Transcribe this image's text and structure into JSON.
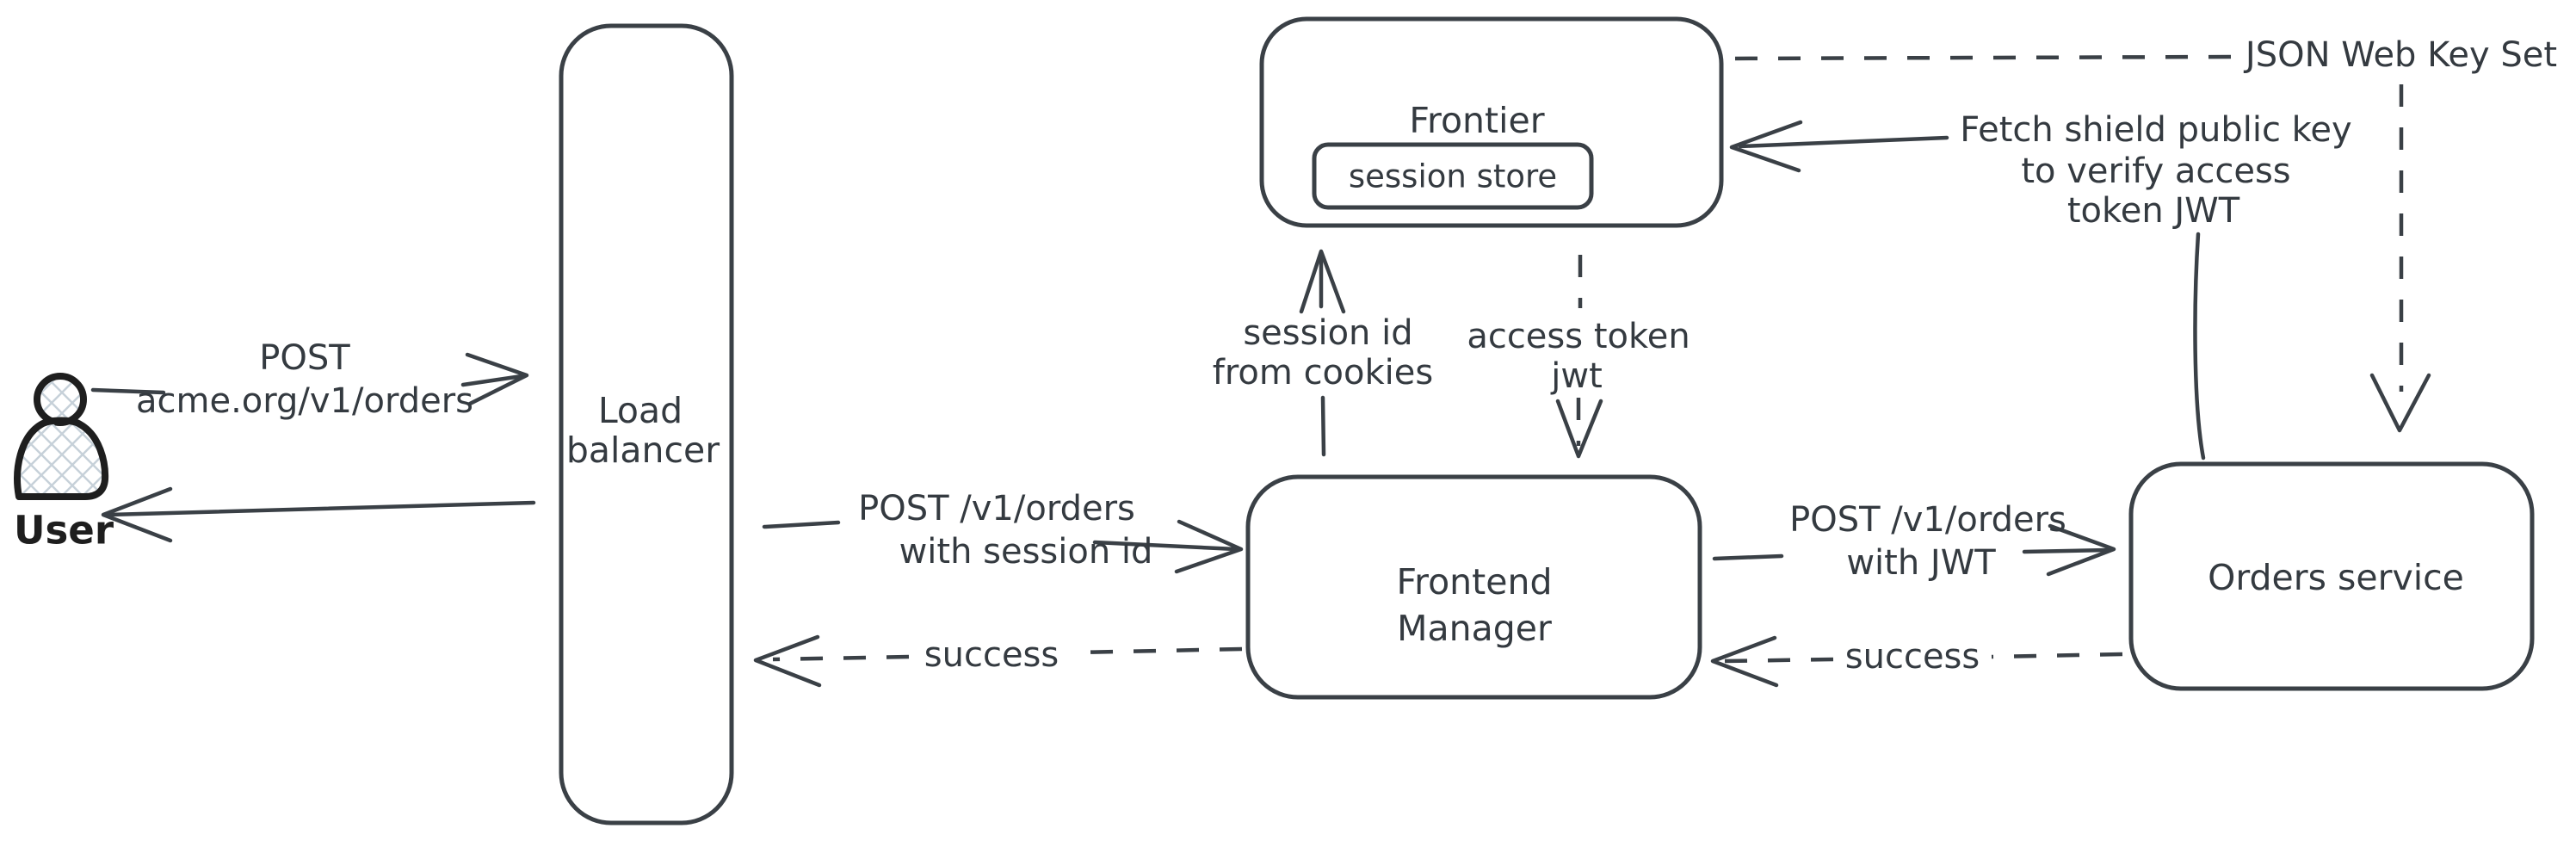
{
  "canvas": {
    "background": "#ffffff",
    "stroke_color": "#3a4046",
    "text_color": "#343a40",
    "user_figure_stroke": "#1e1e1e",
    "user_figure_hatch": "#c7d1d9"
  },
  "nodes": {
    "user": {
      "label": "User"
    },
    "load_balancer": {
      "line1": "Load",
      "line2": "balancer"
    },
    "frontier": {
      "label": "Frontier"
    },
    "session_store": {
      "label": "session store"
    },
    "frontend_manager": {
      "line1": "Frontend",
      "line2": "Manager"
    },
    "orders_service": {
      "label": "Orders service"
    }
  },
  "edges": {
    "user_to_lb": {
      "style": "solid",
      "line1": "POST",
      "line2": "acme.org/v1/orders"
    },
    "lb_to_user": {
      "style": "solid"
    },
    "lb_to_fm": {
      "style": "solid",
      "line1": "POST /v1/orders",
      "line2": "with session id"
    },
    "fm_to_lb": {
      "style": "dashed",
      "label": "success"
    },
    "fm_to_frontier": {
      "style": "solid",
      "line1": "session id",
      "line2": "from cookies"
    },
    "frontier_to_fm": {
      "style": "dashed",
      "line1": "access token",
      "line2": "jwt"
    },
    "fm_to_os": {
      "style": "solid",
      "line1": "POST /v1/orders",
      "line2": "with JWT"
    },
    "os_to_fm": {
      "style": "dashed",
      "label": "success"
    },
    "os_to_frontier": {
      "style": "solid",
      "line1": "Fetch shield public key",
      "line2": "to verify access",
      "line3": "token JWT"
    },
    "jwks_to_frontier": {
      "style": "dashed",
      "label": "JSON Web Key Set"
    },
    "jwks_to_os": {
      "style": "dashed"
    }
  }
}
